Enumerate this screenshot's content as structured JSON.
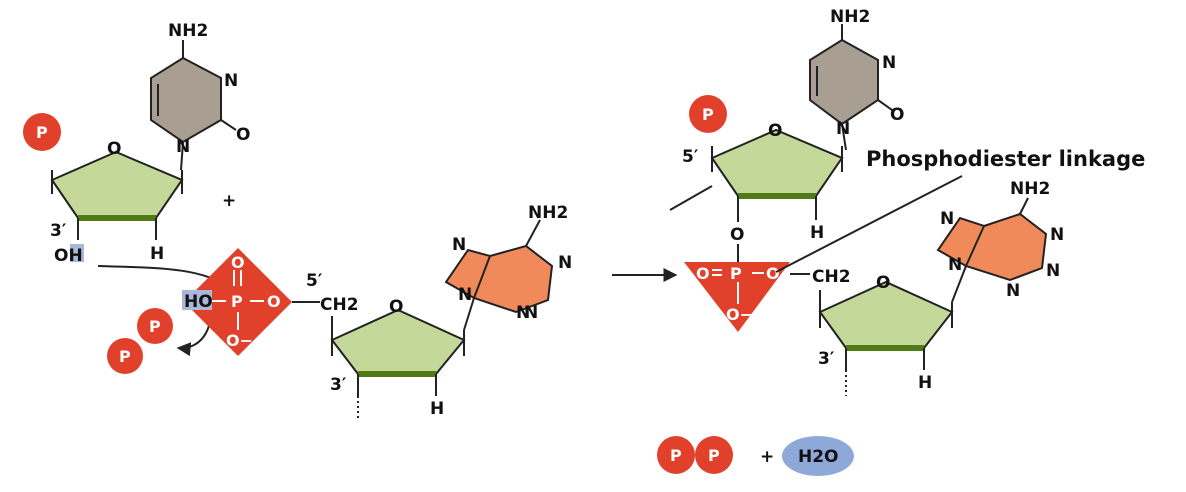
{
  "left": {
    "cytidine": {
      "phosphate": "P",
      "nh2": "NH2",
      "n_ring": "N",
      "n_glyco": "N",
      "o_carbonyl": "O",
      "o_ring": "O",
      "c3_label": "3′",
      "oh": "OH",
      "h": "H"
    },
    "plus": "+",
    "triphosphate": {
      "o_top": "O",
      "p": "P",
      "o_bottom": "O−",
      "o_link": "O",
      "ho": "HO"
    },
    "pyrophosphate_p1": "P",
    "pyrophosphate_p2": "P",
    "adenosine": {
      "c5_label": "5′",
      "ch2": "CH2",
      "o_ring": "O",
      "c3_label": "3′",
      "h": "H",
      "nh2": "NH2",
      "n1": "N",
      "n3": "N",
      "n7": "N",
      "n9": "N",
      "n_bottom": "N"
    }
  },
  "right": {
    "cytidine": {
      "phosphate": "P",
      "c5_label": "5′",
      "nh2": "NH2",
      "n_ring": "N",
      "n_glyco": "N",
      "o_carbonyl": "O",
      "o_ring": "O",
      "h": "H",
      "o_bridge": "O"
    },
    "phosphodiester": {
      "o_double": "O",
      "p": "P",
      "o_link": "O",
      "o_bottom": "O−"
    },
    "linkage_label": "Phosphodiester linkage",
    "adenosine": {
      "ch2": "CH2",
      "o_ring": "O",
      "c3_label": "3′",
      "h": "H",
      "nh2": "NH2",
      "n1": "N",
      "n3": "N",
      "n7": "N",
      "n9": "N",
      "n_bottom": "N"
    },
    "products": {
      "p1": "P",
      "p2": "P",
      "plus": "+",
      "water": "H2O"
    }
  },
  "colors": {
    "phosphate": "#e1402b",
    "sugar": "#c4d89a",
    "sugar_edge": "#4f7a16",
    "cytosine": "#a89e92",
    "adenine": "#f08a5b",
    "water": "#8ea8d8",
    "highlight": "#a9b7d9"
  }
}
